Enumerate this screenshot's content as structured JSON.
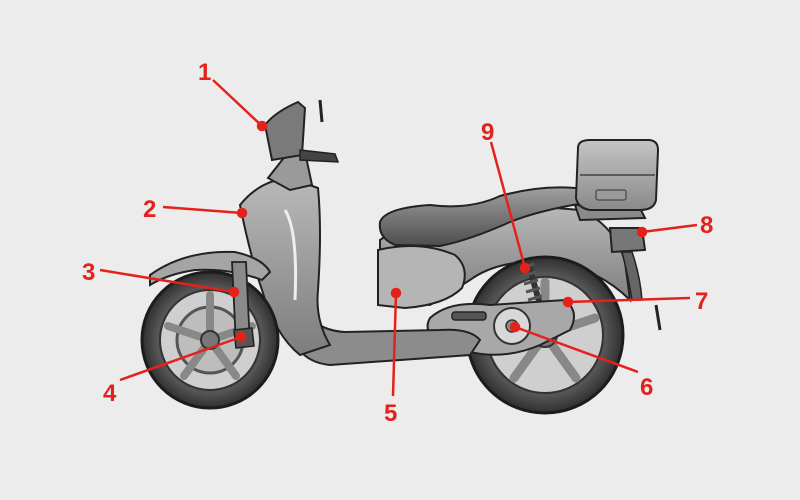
{
  "diagram": {
    "subject": "scooter-side-view",
    "callout_color": "#e4221b",
    "callouts": [
      {
        "id": "1",
        "label": "1"
      },
      {
        "id": "2",
        "label": "2"
      },
      {
        "id": "3",
        "label": "3"
      },
      {
        "id": "4",
        "label": "4"
      },
      {
        "id": "5",
        "label": "5"
      },
      {
        "id": "6",
        "label": "6"
      },
      {
        "id": "7",
        "label": "7"
      },
      {
        "id": "8",
        "label": "8"
      },
      {
        "id": "9",
        "label": "9"
      }
    ]
  }
}
